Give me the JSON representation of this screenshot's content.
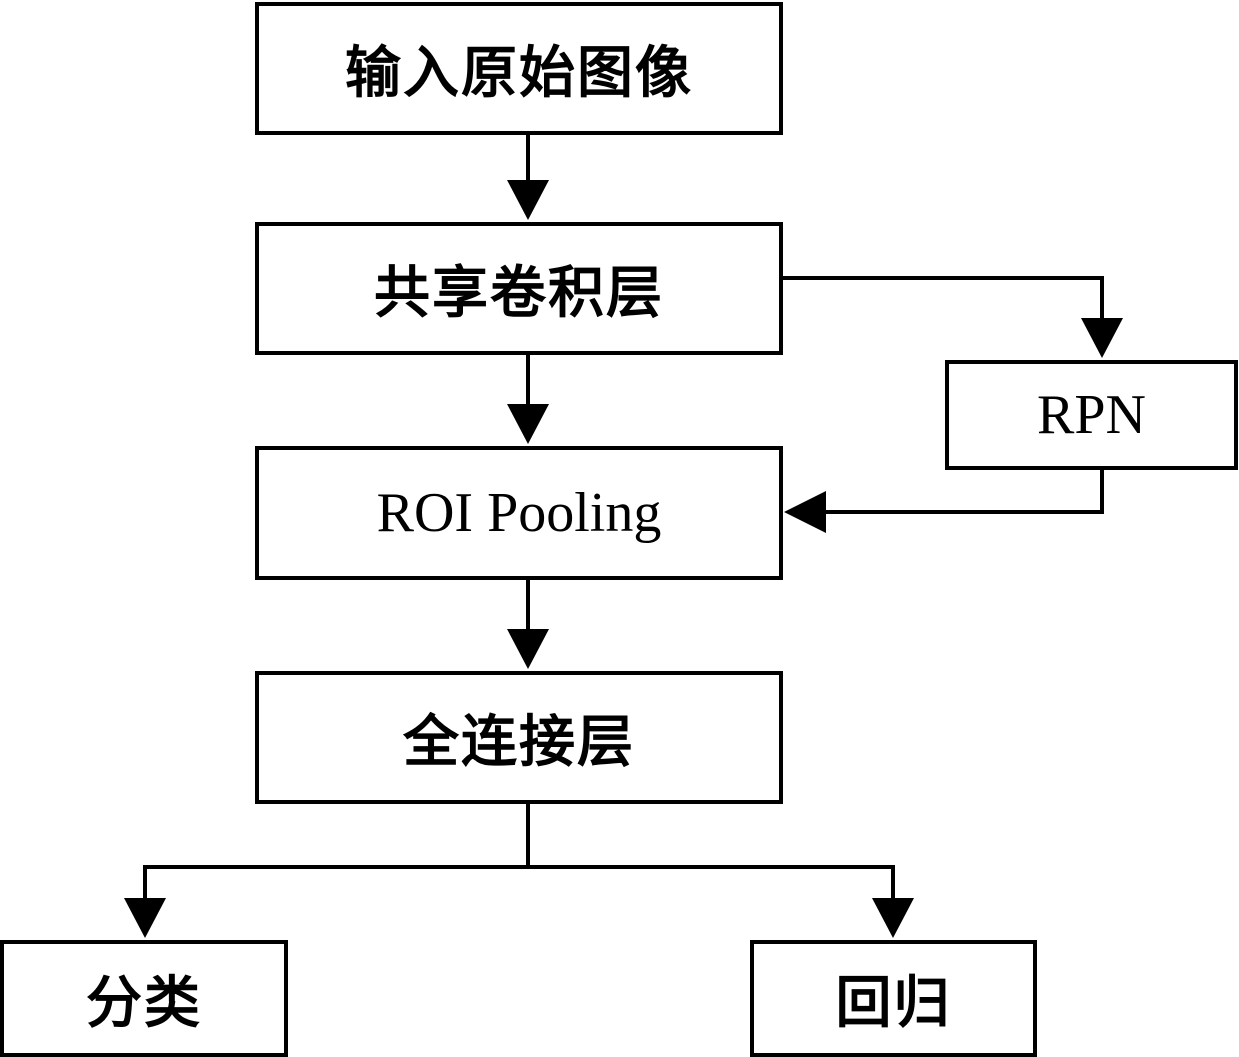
{
  "diagram": {
    "type": "flowchart",
    "colors": {
      "stroke": "#000000",
      "background": "#ffffff"
    },
    "nodes": {
      "input": {
        "label": "输入原始图像"
      },
      "shared_conv": {
        "label": "共享卷积层"
      },
      "rpn": {
        "label": "RPN"
      },
      "roi_pooling": {
        "label": "ROI Pooling"
      },
      "fc": {
        "label": "全连接层"
      },
      "classification": {
        "label": "分类"
      },
      "regression": {
        "label": "回归"
      }
    },
    "edges": [
      {
        "from": "input",
        "to": "shared_conv"
      },
      {
        "from": "shared_conv",
        "to": "rpn"
      },
      {
        "from": "shared_conv",
        "to": "roi_pooling"
      },
      {
        "from": "rpn",
        "to": "roi_pooling"
      },
      {
        "from": "roi_pooling",
        "to": "fc"
      },
      {
        "from": "fc",
        "to": "classification"
      },
      {
        "from": "fc",
        "to": "regression"
      }
    ]
  }
}
